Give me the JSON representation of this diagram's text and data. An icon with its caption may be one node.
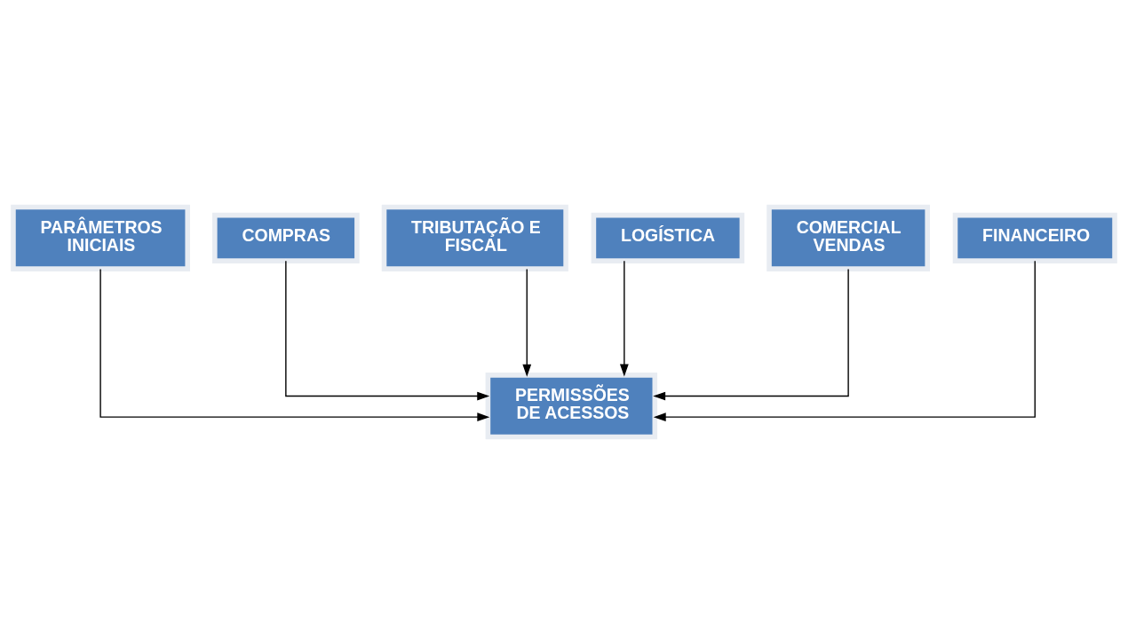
{
  "diagram": {
    "nodes": [
      {
        "text": [
          "PARÂMETROS INICIAIS"
        ]
      },
      {
        "text": [
          "COMPRAS"
        ]
      },
      {
        "text": [
          "TRIBUTAÇÃO E FISCAL"
        ]
      },
      {
        "text": [
          "LOGÍSTICA"
        ]
      },
      {
        "text": [
          "COMERCIAL VENDAS"
        ]
      },
      {
        "text": [
          "FINANCEIRO"
        ]
      },
      {
        "text": [
          "PERMISSÕES DE ACESSOS"
        ]
      }
    ],
    "edges": [
      {
        "from": 0,
        "to": 6,
        "arrow": "to"
      },
      {
        "from": 1,
        "to": 6,
        "arrow": "to"
      },
      {
        "from": 2,
        "to": 6,
        "arrow": "to"
      },
      {
        "from": 3,
        "to": 6,
        "arrow": "to"
      },
      {
        "from": 4,
        "to": 6,
        "arrow": "to"
      },
      {
        "from": 5,
        "to": 6,
        "arrow": "to"
      }
    ]
  }
}
